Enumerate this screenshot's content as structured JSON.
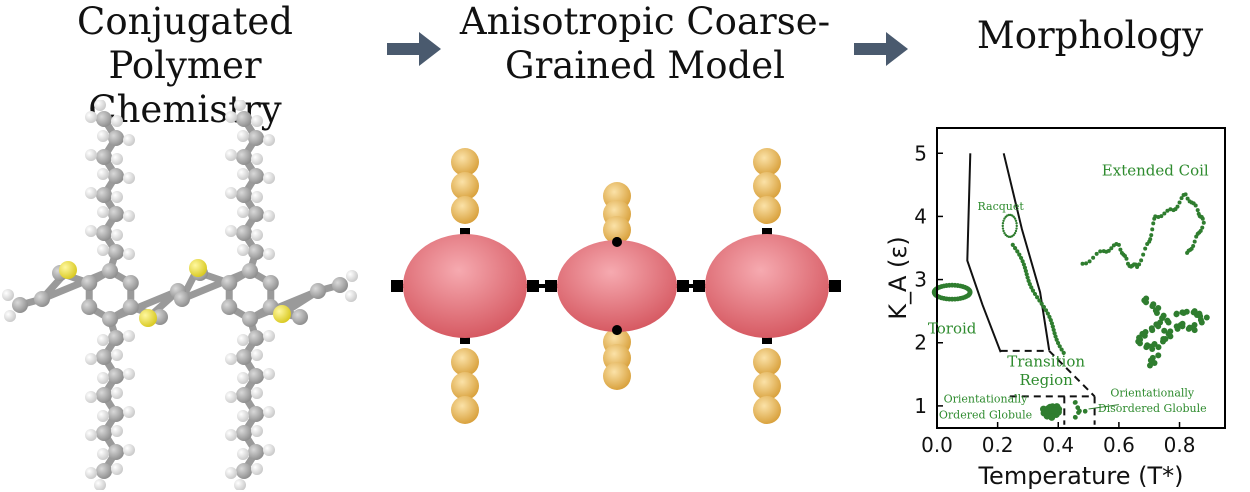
{
  "panels": {
    "chemistry": {
      "title_lines": [
        "Conjugated Polymer",
        "Chemistry"
      ]
    },
    "model": {
      "title_lines": [
        "Anisotropic Coarse-",
        "Grained Model"
      ]
    },
    "morphology": {
      "title_lines": [
        "Morphology"
      ]
    }
  },
  "colors": {
    "arrow": "#4a5a6e",
    "carbon": "#a9a9a9",
    "hydrogen": "#ececec",
    "sulfur": "#f2e84a",
    "ellipsoid": "#e9757c",
    "bead": "#e7b85b",
    "site": "#000000",
    "phase_label": "#2e8b2e",
    "boundary": "#111111"
  },
  "chart_data": {
    "type": "phase-diagram",
    "xlabel": "Temperature (T*)",
    "ylabel": "K_A (ε)",
    "xlim": [
      0.0,
      0.95
    ],
    "ylim": [
      0.65,
      5.4
    ],
    "xticks": [
      "0.0",
      "0.2",
      "0.4",
      "0.6",
      "0.8"
    ],
    "yticks": [
      "1",
      "2",
      "3",
      "4",
      "5"
    ],
    "xtick_values": [
      0.0,
      0.2,
      0.4,
      0.6,
      0.8
    ],
    "ytick_values": [
      1,
      2,
      3,
      4,
      5
    ],
    "boundaries": [
      {
        "style": "solid",
        "points": [
          [
            0.11,
            5.0
          ],
          [
            0.1,
            3.3
          ],
          [
            0.15,
            2.6
          ],
          [
            0.21,
            1.85
          ]
        ]
      },
      {
        "style": "solid",
        "points": [
          [
            0.22,
            5.0
          ],
          [
            0.28,
            3.8
          ],
          [
            0.34,
            2.8
          ],
          [
            0.37,
            1.88
          ]
        ]
      },
      {
        "style": "dashed",
        "points": [
          [
            0.21,
            1.87
          ],
          [
            0.37,
            1.87
          ]
        ]
      },
      {
        "style": "dashed",
        "points": [
          [
            0.37,
            1.87
          ],
          [
            0.52,
            1.15
          ]
        ]
      },
      {
        "style": "dashed",
        "points": [
          [
            0.24,
            1.15
          ],
          [
            0.52,
            1.15
          ]
        ]
      },
      {
        "style": "dashed",
        "points": [
          [
            0.42,
            1.15
          ],
          [
            0.42,
            0.7
          ]
        ]
      },
      {
        "style": "dashed",
        "points": [
          [
            0.52,
            1.15
          ],
          [
            0.52,
            0.7
          ]
        ]
      }
    ],
    "annotations": [
      {
        "text": "Extended Coil",
        "x": 0.72,
        "y": 4.65,
        "size": "large"
      },
      {
        "text": "Racquet",
        "x": 0.21,
        "y": 4.1,
        "size": "small"
      },
      {
        "text": "Toroid",
        "x": 0.05,
        "y": 2.15,
        "size": "large"
      },
      {
        "text": "Transition",
        "x": 0.36,
        "y": 1.62,
        "size": "large"
      },
      {
        "text": "Region",
        "x": 0.36,
        "y": 1.33,
        "size": "large"
      },
      {
        "text": "Orientationally",
        "x": 0.16,
        "y": 1.05,
        "size": "small"
      },
      {
        "text": "Ordered Globule",
        "x": 0.16,
        "y": 0.8,
        "size": "small"
      },
      {
        "text": "Orientationally",
        "x": 0.71,
        "y": 1.15,
        "size": "small"
      },
      {
        "text": "Disordered Globule",
        "x": 0.71,
        "y": 0.9,
        "size": "small"
      }
    ]
  }
}
